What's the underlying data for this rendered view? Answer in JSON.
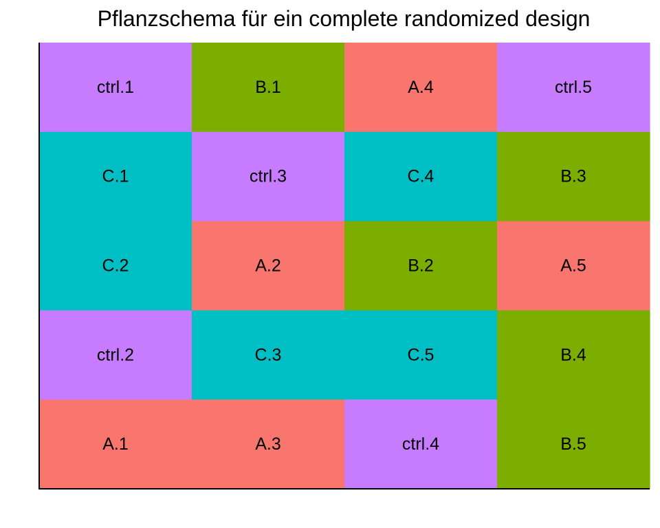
{
  "chart_data": {
    "type": "heatmap",
    "title": "Pflanzschema für ein complete randomized design",
    "xlabel": "",
    "ylabel": "",
    "grid": false,
    "n_cols": 4,
    "n_rows": 5,
    "treatment_colors": {
      "A": "#F8766D",
      "B": "#7CAE00",
      "C": "#00BFC4",
      "ctrl": "#C77CFF"
    },
    "cells": [
      {
        "col": 1,
        "row": 1,
        "label": "ctrl.1",
        "treatment": "ctrl"
      },
      {
        "col": 2,
        "row": 1,
        "label": "B.1",
        "treatment": "B"
      },
      {
        "col": 3,
        "row": 1,
        "label": "A.4",
        "treatment": "A"
      },
      {
        "col": 4,
        "row": 1,
        "label": "ctrl.5",
        "treatment": "ctrl"
      },
      {
        "col": 1,
        "row": 2,
        "label": "C.1",
        "treatment": "C"
      },
      {
        "col": 2,
        "row": 2,
        "label": "ctrl.3",
        "treatment": "ctrl"
      },
      {
        "col": 3,
        "row": 2,
        "label": "C.4",
        "treatment": "C"
      },
      {
        "col": 4,
        "row": 2,
        "label": "B.3",
        "treatment": "B"
      },
      {
        "col": 1,
        "row": 3,
        "label": "C.2",
        "treatment": "C"
      },
      {
        "col": 2,
        "row": 3,
        "label": "A.2",
        "treatment": "A"
      },
      {
        "col": 3,
        "row": 3,
        "label": "B.2",
        "treatment": "B"
      },
      {
        "col": 4,
        "row": 3,
        "label": "A.5",
        "treatment": "A"
      },
      {
        "col": 1,
        "row": 4,
        "label": "ctrl.2",
        "treatment": "ctrl"
      },
      {
        "col": 2,
        "row": 4,
        "label": "C.3",
        "treatment": "C"
      },
      {
        "col": 3,
        "row": 4,
        "label": "C.5",
        "treatment": "C"
      },
      {
        "col": 4,
        "row": 4,
        "label": "B.4",
        "treatment": "B"
      },
      {
        "col": 1,
        "row": 5,
        "label": "A.1",
        "treatment": "A"
      },
      {
        "col": 2,
        "row": 5,
        "label": "A.3",
        "treatment": "A"
      },
      {
        "col": 3,
        "row": 5,
        "label": "ctrl.4",
        "treatment": "ctrl"
      },
      {
        "col": 4,
        "row": 5,
        "label": "B.5",
        "treatment": "B"
      }
    ]
  }
}
